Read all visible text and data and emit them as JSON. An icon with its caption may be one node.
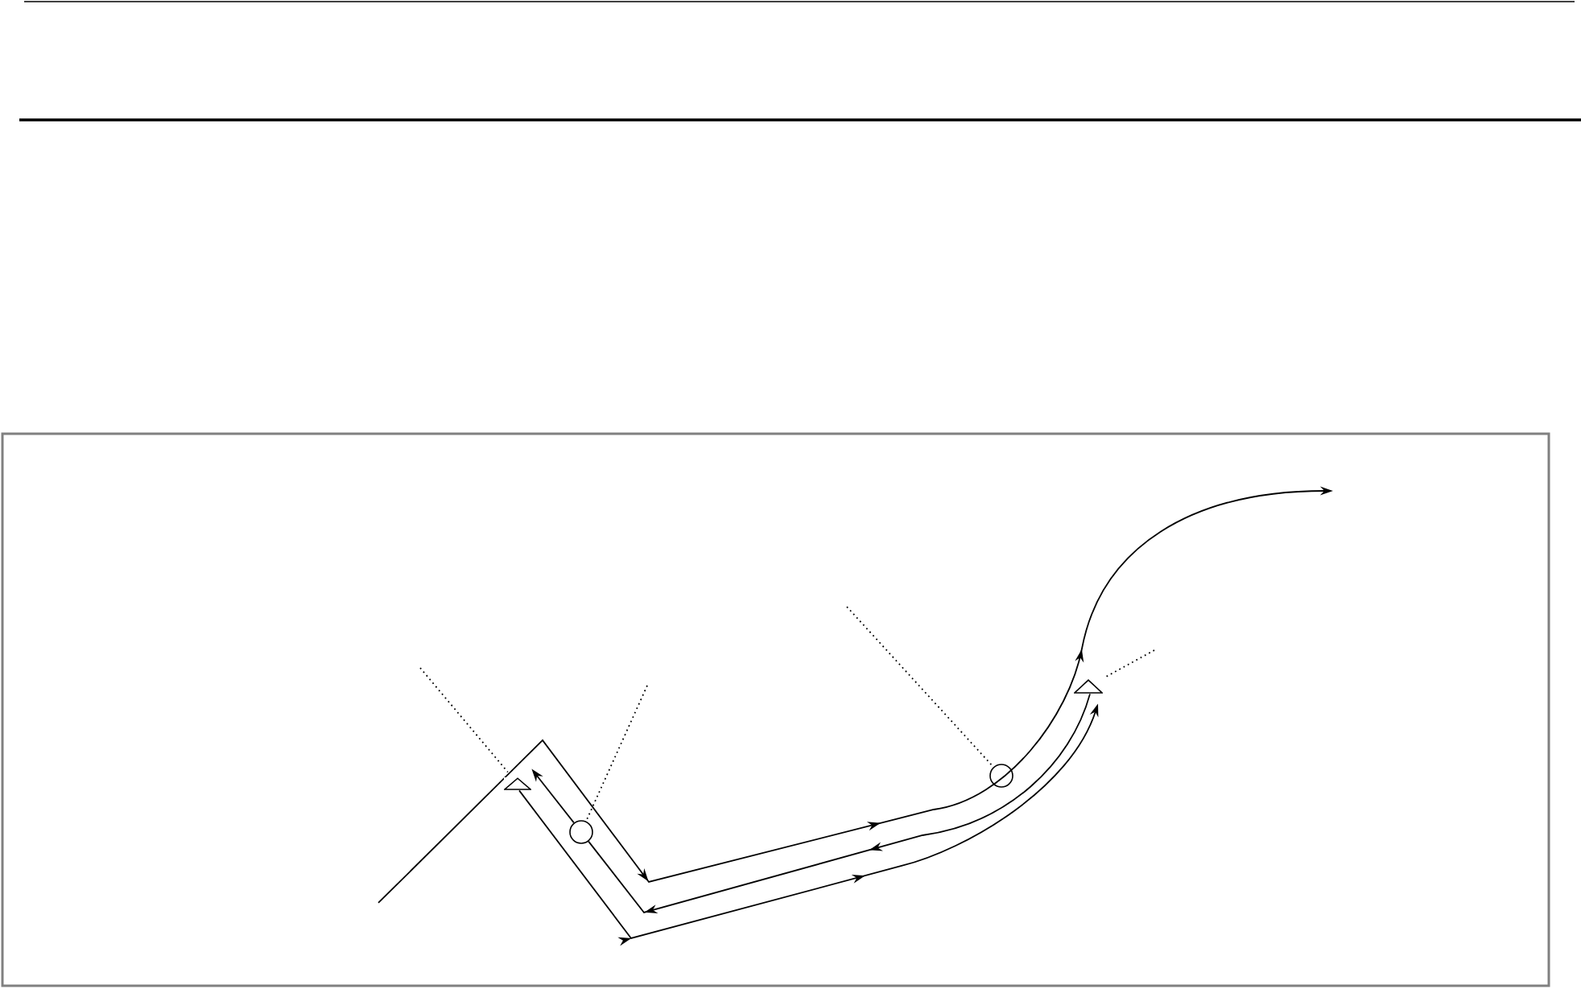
{
  "diagram": {
    "nodes": [
      {
        "text": [],
        "shape": "triangle"
      },
      {
        "text": [],
        "shape": "circle"
      },
      {
        "text": [],
        "shape": "circle"
      },
      {
        "text": [],
        "shape": "triangle"
      }
    ],
    "edges": [
      {
        "from": 0,
        "to": 3,
        "arrow": "to"
      },
      {
        "from": 3,
        "to": 1,
        "arrow": "to"
      },
      {
        "from": 1,
        "to": 0,
        "arrow": "to"
      },
      {
        "from": null,
        "to": 0,
        "arrow": "none",
        "style": "dashed"
      },
      {
        "from": null,
        "to": 1,
        "arrow": "none",
        "style": "dashed"
      },
      {
        "from": null,
        "to": 2,
        "arrow": "none",
        "style": "dashed"
      },
      {
        "from": null,
        "to": 3,
        "arrow": "none",
        "style": "dashed"
      }
    ]
  }
}
